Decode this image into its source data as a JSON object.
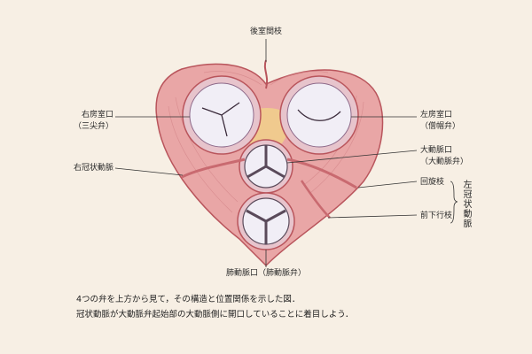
{
  "labels": {
    "posterior_interventricular": "後室間枝",
    "right_av_orifice": "右房室口",
    "right_av_valve": "（三尖弁）",
    "right_coronary": "右冠状動脈",
    "left_av_orifice": "左房室口",
    "left_av_valve": "（僧帽弁）",
    "aortic_orifice": "大動脈口",
    "aortic_valve": "（大動脈弁）",
    "circumflex": "回旋枝",
    "anterior_interventricular": "前下行枝",
    "left_coronary": "左冠状動脈",
    "pulmonary": "肺動脈口（肺動脈弁）"
  },
  "caption": {
    "line1": "4つの弁を上方から見て，その構造と位置関係を示した図．",
    "line2": "冠状動脈が大動脈弁起始部の大動脈側に開口していることに着目しよう．"
  },
  "colors": {
    "background": "#f7efe4",
    "muscle": "#e9a6a6",
    "muscle_dark": "#c96a70",
    "valve_fill": "#f1eef6",
    "valve_ring": "#e7c4cc",
    "fibrous": "#f1d08a"
  }
}
